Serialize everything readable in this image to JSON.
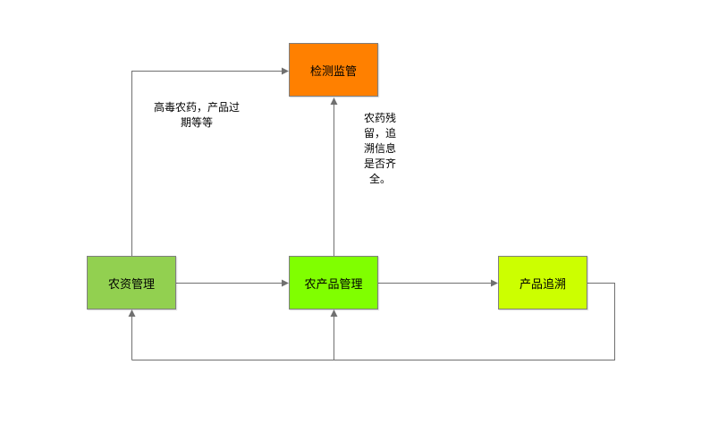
{
  "nodes": {
    "inspection": {
      "label": "检测监管",
      "color": "#ff8000"
    },
    "inputs": {
      "label": "农资管理",
      "color": "#92d050"
    },
    "products": {
      "label": "农产品管理",
      "color": "#80ff00"
    },
    "trace": {
      "label": "产品追溯",
      "color": "#ccff00"
    }
  },
  "annotations": {
    "left": "高毒农药，产品过\n期等等",
    "right": "农药残\n留，追\n溯信息\n是否齐\n全。"
  },
  "colors": {
    "line": "#707070",
    "border": "#7f7f7f"
  }
}
